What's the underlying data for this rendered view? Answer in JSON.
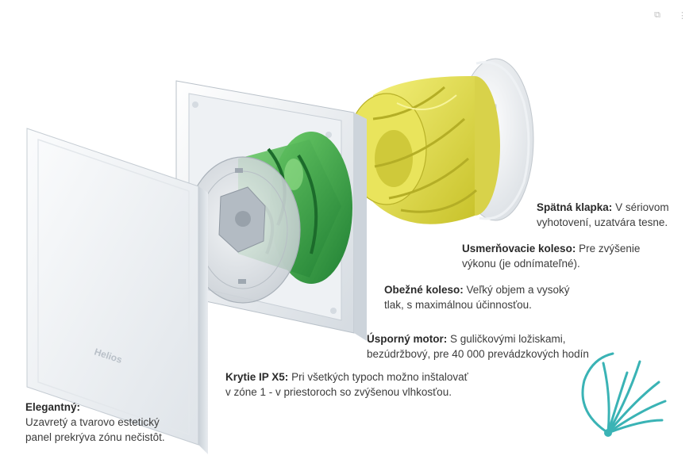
{
  "toolbar": {
    "icons": [
      "link-icon",
      "more-vertical-icon"
    ],
    "link_glyph": "⧉",
    "more_glyph": "⋮"
  },
  "product": {
    "brand": "Helios"
  },
  "callouts": [
    {
      "id": "spatna-klapka",
      "title": "Spätná klapka:",
      "line1": "V sériovom",
      "line2": "vyhotovení, uzatvára tesne."
    },
    {
      "id": "usmernovacie-koleso",
      "title": "Usmerňovacie koleso:",
      "line1": "Pre zvýšenie",
      "line2": "výkonu (je odnímateľné)."
    },
    {
      "id": "obezne-koleso",
      "title": "Obežné koleso:",
      "line1": "Veľký objem a vysoký",
      "line2": "tlak, s maximálnou účinnosťou."
    },
    {
      "id": "usporny-motor",
      "title": "Úsporný motor:",
      "line1": "S guličkovými ložiskami,",
      "line2": "bezúdržbový, pre 40 000 prevádzkových hodín"
    },
    {
      "id": "krytie",
      "title": "Krytie IP X5:",
      "line1": "Pri všetkých typoch možno inštalovať",
      "line2": "v zóne 1 - v priestoroch so zvýšenou vlhkosťou."
    },
    {
      "id": "elegantny",
      "title": "Elegantný:",
      "line1": "Uzavretý a tvarovo estetický",
      "line2": "panel prekrýva zónu nečistôt."
    }
  ],
  "colors": {
    "accent_teal": "#3ab3b5",
    "impeller_green": "#3aa24a",
    "guide_vane_yellow": "#e6e24a",
    "panel_white": "#f4f6f8"
  }
}
